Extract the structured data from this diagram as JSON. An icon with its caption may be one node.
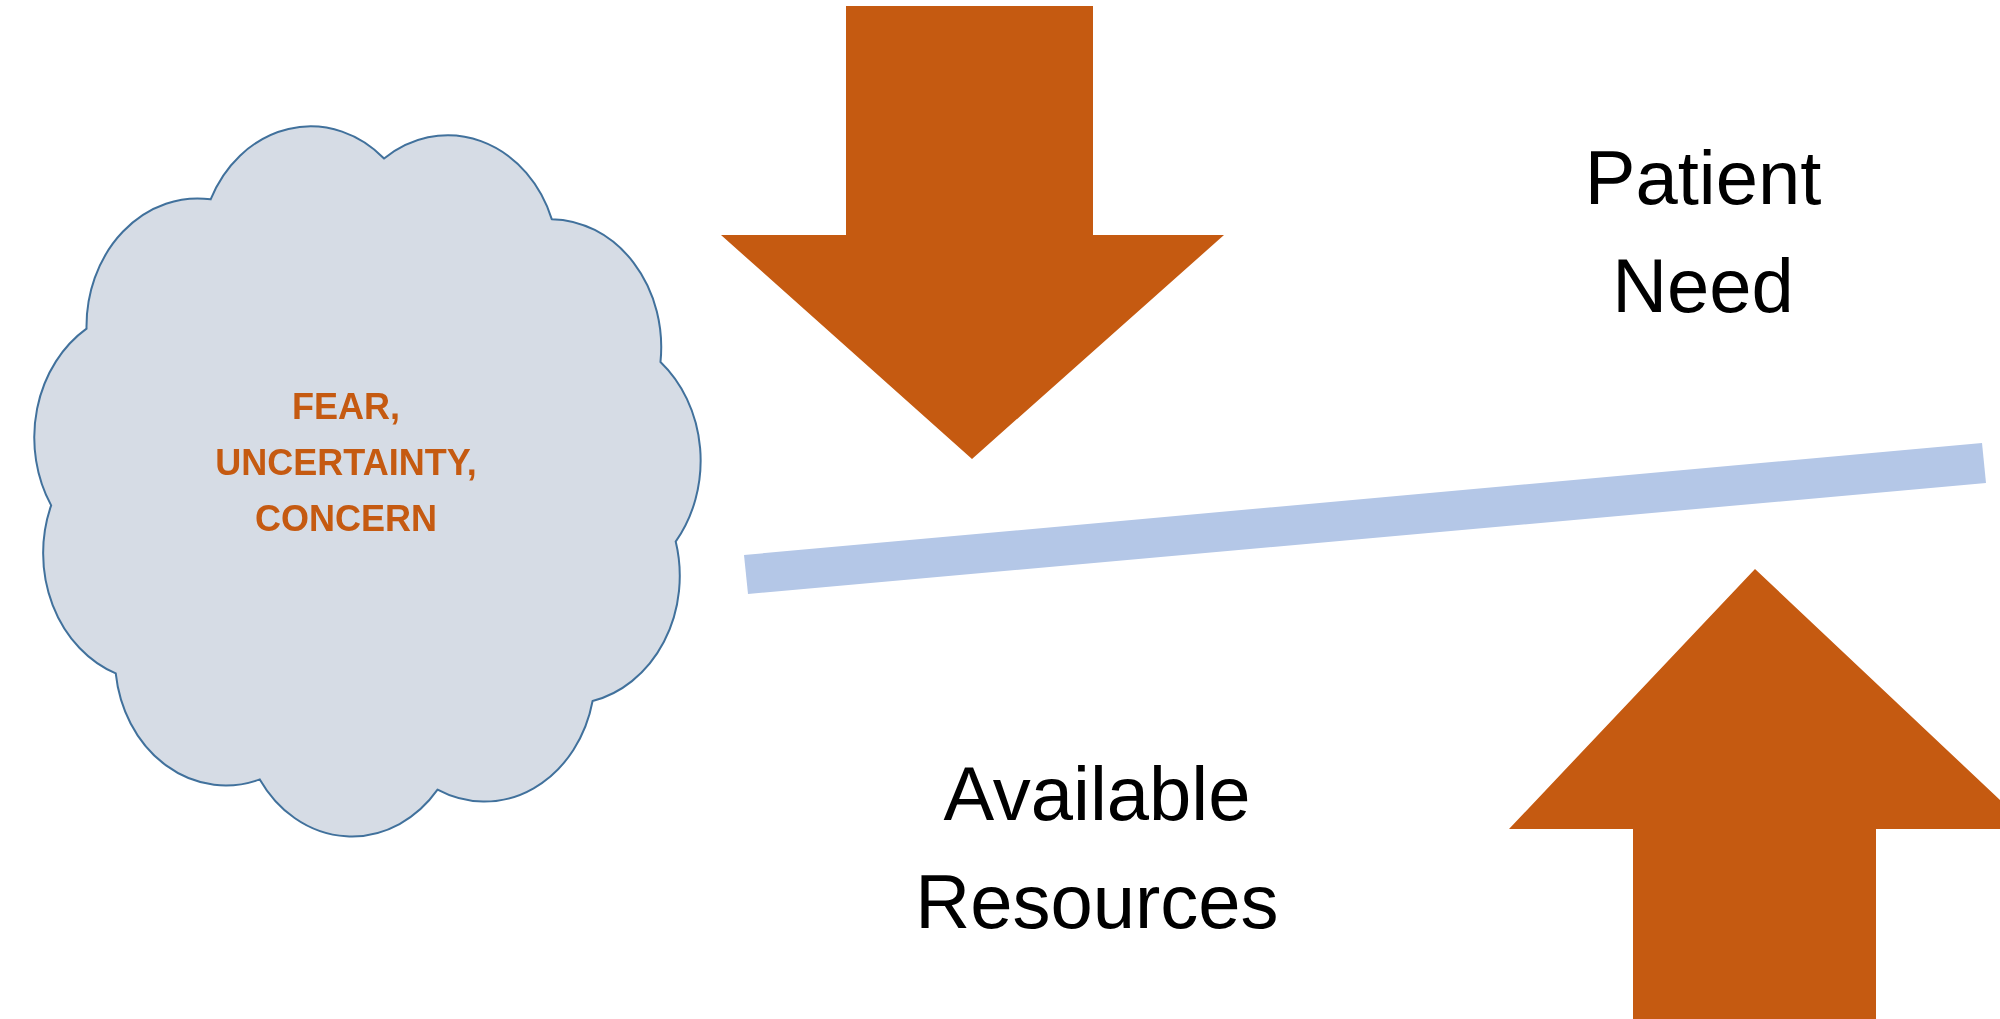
{
  "diagram": {
    "nodes": [
      {
        "text": [
          "FEAR, UNCERTAINTY, CONCERN"
        ]
      },
      {
        "text": [],
        "shape": "bar"
      }
    ],
    "labels": [
      "Patient Need",
      "Available Resources"
    ]
  }
}
